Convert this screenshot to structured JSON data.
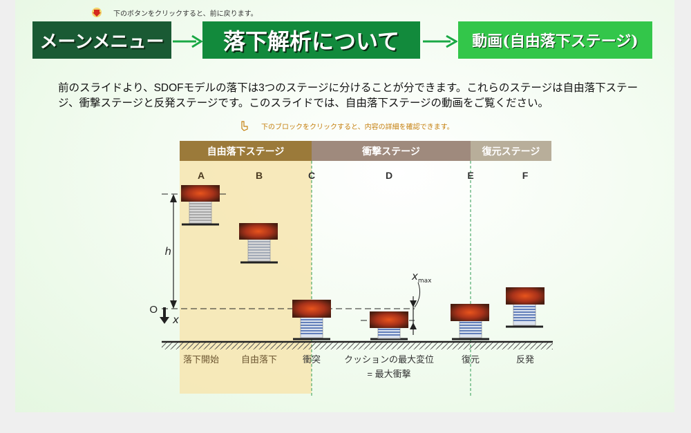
{
  "hint_top": "下のボタンをクリックすると、前に戻ります。",
  "nav": {
    "menu_label": "メーンメニュー",
    "about_label": "落下解析について",
    "video_label": "動画(自由落下ステージ)"
  },
  "paragraph": "前のスライドより、SDOFモデルの落下は3つのステージに分けることが分できます。これらのステージは自由落下ステージ、衝撃ステージと反発ステージです。このスライドでは、自由落下ステージの動画をご覧ください。",
  "hint_mid": "下のブロックをクリックすると、内容の詳細を確認できます。",
  "stages": [
    {
      "label": "自由落下ステージ",
      "color": "#9b7a3a"
    },
    {
      "label": "衝撃ステージ",
      "color": "#9f8a7d"
    },
    {
      "label": "復元ステージ",
      "color": "#b8ae9a"
    }
  ],
  "diagram": {
    "columns": [
      "A",
      "B",
      "C",
      "D",
      "E",
      "F"
    ],
    "captions": [
      "落下開始",
      "自由落下",
      "衝突",
      "クッションの最大変位",
      "復元",
      "反発"
    ],
    "caption_sub": "= 最大衝撃",
    "symbols": {
      "h": "h",
      "origin": "O",
      "x": "x",
      "xmax_base": "x",
      "xmax_sub": "max"
    }
  },
  "colors": {
    "panel_bg": "#e5f7e1",
    "menu_btn": "#1a5a34",
    "about_btn": "#128a3c",
    "video_btn": "#33c64a",
    "highlight": "#f6e7b4",
    "mass": "#a8321a"
  }
}
